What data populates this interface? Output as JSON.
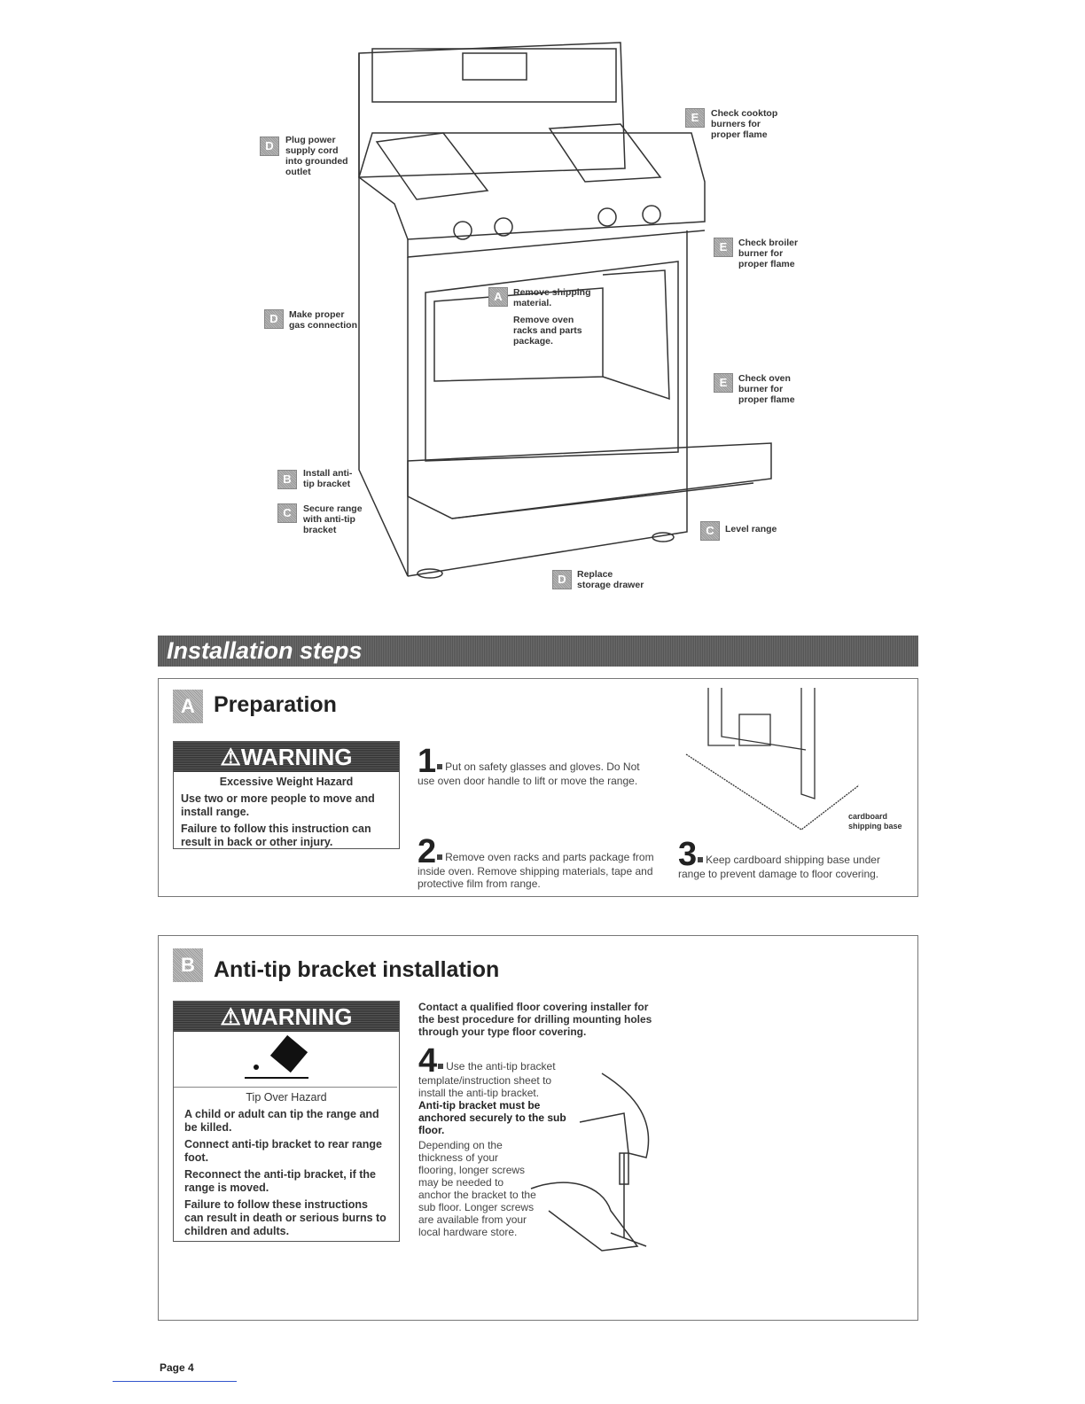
{
  "diagram": {
    "callouts": [
      {
        "badge": "D",
        "text": "Plug power\nsupply cord\ninto grounded\noutlet"
      },
      {
        "badge": "D",
        "text": "Make proper\ngas connection"
      },
      {
        "badge": "B",
        "text": "Install anti-\ntip bracket"
      },
      {
        "badge": "C",
        "text": "Secure range\nwith anti-tip\nbracket"
      },
      {
        "badge": "E",
        "text": "Check cooktop\nburners for\nproper flame"
      },
      {
        "badge": "E",
        "text": "Check broiler\nburner for\nproper flame"
      },
      {
        "badge": "A",
        "text": "Remove shipping\nmaterial."
      },
      {
        "badge": "",
        "text": "Remove oven\nracks and parts\npackage."
      },
      {
        "badge": "E",
        "text": "Check oven\nburner for\nproper flame"
      },
      {
        "badge": "C",
        "text": "Level range"
      },
      {
        "badge": "D",
        "text": "Replace\nstorage drawer"
      }
    ]
  },
  "banner": "Installation steps",
  "sectionA": {
    "badge": "A",
    "title": "Preparation",
    "warning": {
      "head": "WARNING",
      "hazard": "Excessive Weight Hazard",
      "lines": [
        "Use two or more people to move and install range.",
        "Failure to follow this instruction can result in back or other injury."
      ]
    },
    "steps": [
      {
        "num": "1",
        "text": "Put on safety glasses and gloves. Do Not use oven door handle to lift or move the range."
      },
      {
        "num": "2",
        "text": "Remove oven racks and parts package from inside oven. Remove shipping materials, tape and protective film from range."
      },
      {
        "num": "3",
        "text": "Keep cardboard shipping base under range to prevent damage to floor covering."
      }
    ],
    "figure_label": "cardboard\nshipping base"
  },
  "sectionB": {
    "badge": "B",
    "title": "Anti-tip bracket installation",
    "warning": {
      "head": "WARNING",
      "hazard": "Tip Over Hazard",
      "lines": [
        "A child or adult can tip the range and be killed.",
        "Connect anti-tip bracket to rear range foot.",
        "Reconnect the anti-tip bracket, if the range is moved.",
        "Failure to follow these instructions can result in death or serious burns to children and adults."
      ]
    },
    "intro": "Contact a qualified floor covering installer for the best procedure for drilling mounting holes through your type floor covering.",
    "step4": {
      "num": "4",
      "text": "Use the anti-tip bracket template/instruction sheet to install the anti-tip bracket.",
      "bold": "Anti-tip bracket must be anchored securely to the sub floor.",
      "extra": "Depending on the thickness of your flooring, longer screws may be needed to anchor the bracket to the sub floor. Longer screws are available from your local hardware store."
    }
  },
  "footer": {
    "page": "Page 4"
  }
}
